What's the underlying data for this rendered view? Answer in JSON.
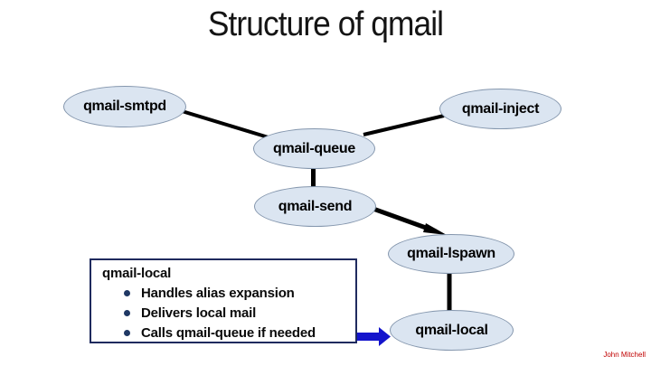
{
  "slide": {
    "title": "Structure of qmail",
    "footer": "John Mitchell"
  },
  "nodes": [
    {
      "id": "qmail-smtpd",
      "label": "qmail-smtpd"
    },
    {
      "id": "qmail-inject",
      "label": "qmail-inject"
    },
    {
      "id": "qmail-queue",
      "label": "qmail-queue"
    },
    {
      "id": "qmail-send",
      "label": "qmail-send"
    },
    {
      "id": "qmail-lspawn",
      "label": "qmail-lspawn"
    },
    {
      "id": "qmail-local",
      "label": "qmail-local"
    }
  ],
  "edges": [
    {
      "from": "qmail-smtpd",
      "to": "qmail-queue"
    },
    {
      "from": "qmail-inject",
      "to": "qmail-queue"
    },
    {
      "from": "qmail-queue",
      "to": "qmail-send"
    },
    {
      "from": "qmail-send",
      "to": "qmail-lspawn"
    },
    {
      "from": "qmail-lspawn",
      "to": "qmail-local"
    }
  ],
  "callout": {
    "heading": "qmail-local",
    "bullets": [
      "Handles alias expansion",
      "Delivers local mail",
      "Calls qmail-queue if needed"
    ],
    "points_to": "qmail-local"
  },
  "colors": {
    "node_fill": "#dbe5f1",
    "node_border": "#8496ad",
    "connector": "#000000",
    "callout_border": "#1f2a5e",
    "bullet_dot": "#1f3864",
    "block_arrow": "#1414cc",
    "footer_text": "#c00000",
    "title_text": "#141414",
    "background": "#ffffff"
  }
}
